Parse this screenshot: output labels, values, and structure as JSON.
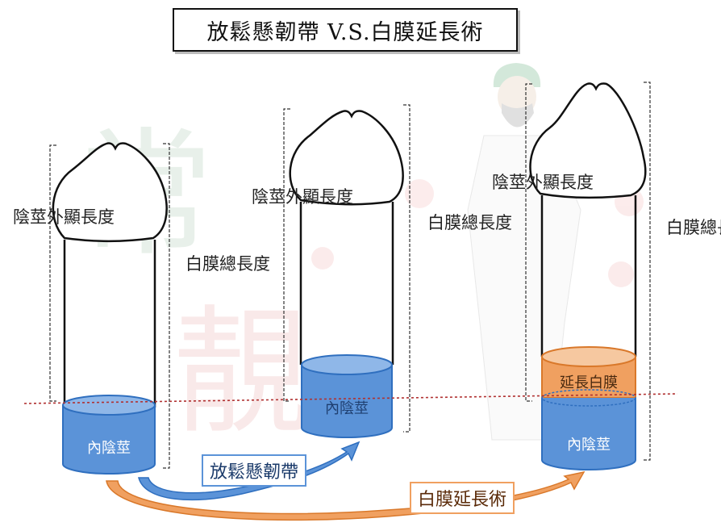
{
  "title": "放鬆懸韌帶 V.S.白膜延長術",
  "labels": {
    "visible_length": "陰莖外顯長度",
    "total_length": "白膜總長度",
    "inner_shaft": "內陰莖",
    "extended_membrane": "延長白膜"
  },
  "arrows": {
    "ligament": "放鬆懸韌帶",
    "membrane": "白膜延長術"
  },
  "colors": {
    "blue": "#5b93d8",
    "blue_dark": "#2f6fbf",
    "orange": "#f0a060",
    "orange_dark": "#d9782a",
    "dotted_line": "#b03030"
  }
}
